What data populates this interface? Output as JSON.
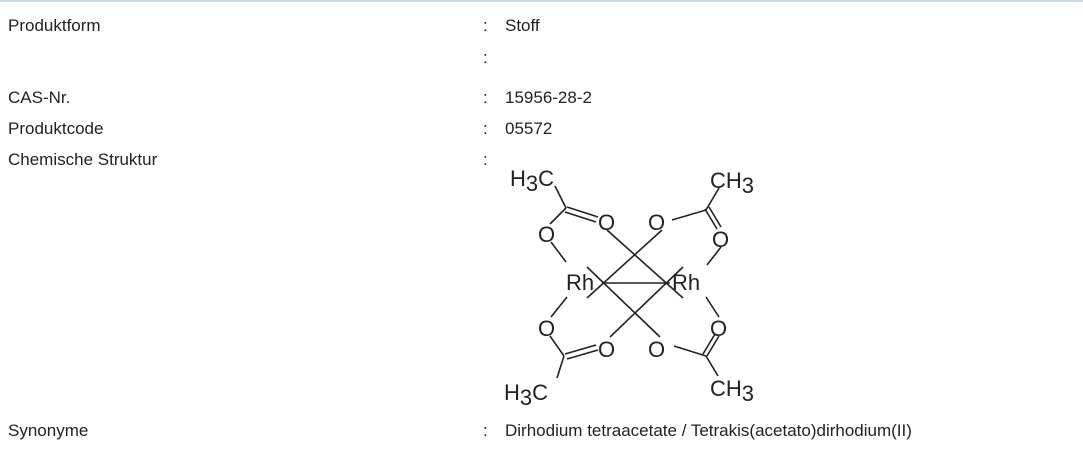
{
  "fields": [
    {
      "label": "Produktform",
      "value": "Stoff"
    },
    {
      "label": "",
      "value": ""
    },
    {
      "label": "CAS-Nr.",
      "value": "15956-28-2"
    },
    {
      "label": "Produktcode",
      "value": "05572"
    },
    {
      "label": "Chemische Struktur",
      "value": ""
    },
    {
      "label": "Synonyme",
      "value": "Dirhodium tetraacetate / Tetrakis(acetato)dirhodium(II)"
    }
  ],
  "separator": ":",
  "structure": {
    "atoms": {
      "o": "O",
      "rh": "Rh",
      "h": "H",
      "c": "C",
      "three": "3"
    }
  },
  "colors": {
    "text": "#222222",
    "top_rule": "#c9dbe9",
    "background": "#ffffff"
  }
}
